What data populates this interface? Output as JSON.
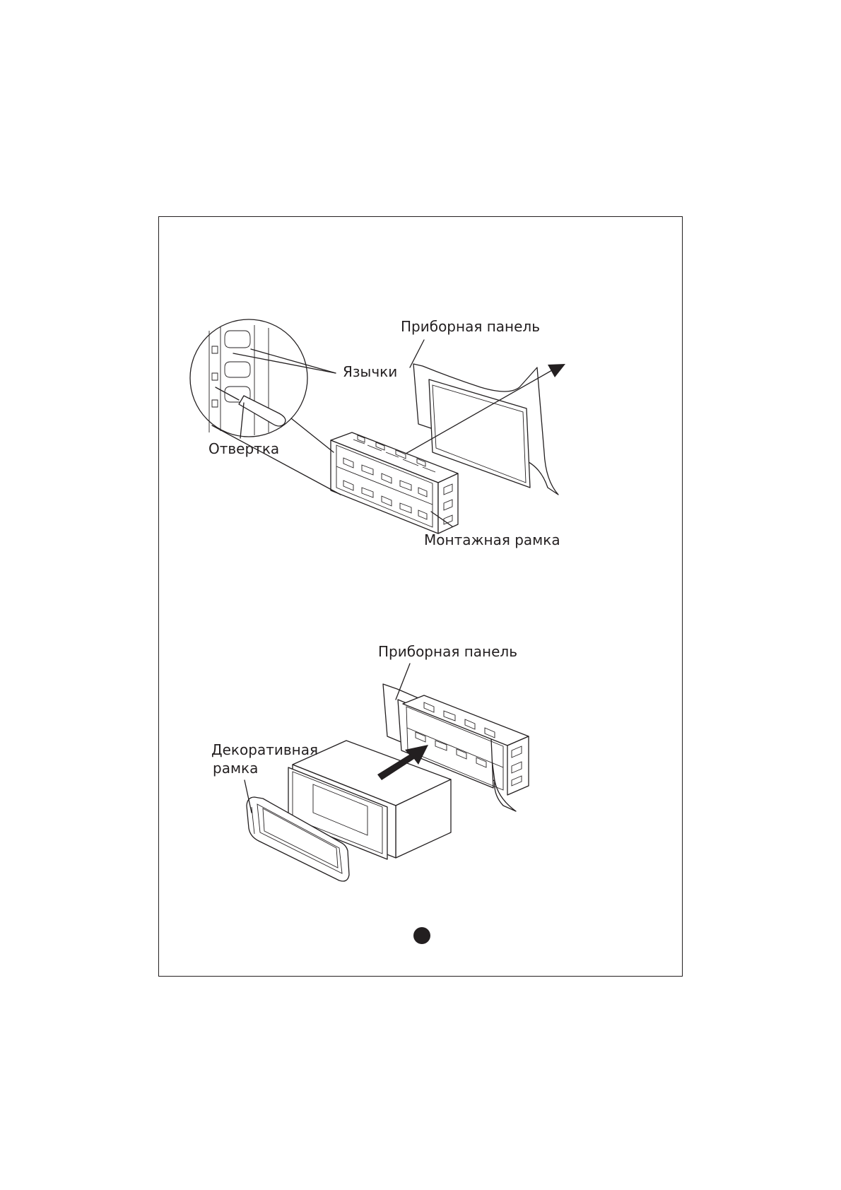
{
  "figure1": {
    "labels": {
      "dashboard": "Приборная панель",
      "tabs": "Язычки",
      "screwdriver": "Отвертка",
      "mounting_frame": "Монтажная рамка"
    }
  },
  "figure2": {
    "labels": {
      "dashboard": "Приборная панель",
      "decorative_frame_line1": "Декоративная",
      "decorative_frame_line2": "рамка"
    }
  },
  "icons": {
    "page_marker": "filled-circle-icon",
    "insert_arrow": "arrow-icon"
  }
}
